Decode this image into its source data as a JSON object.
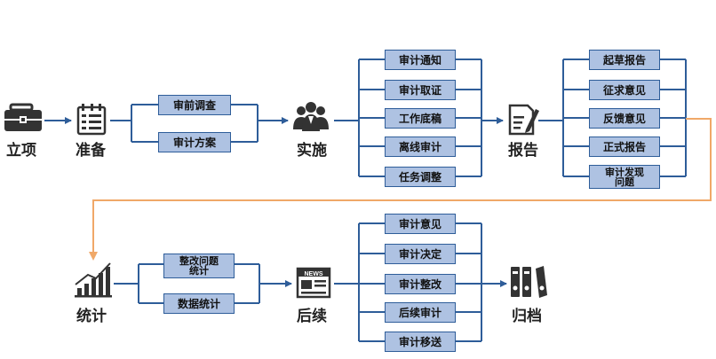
{
  "stages": {
    "lixiang": "立项",
    "zhunbei": "准备",
    "shishi": "实施",
    "baogao": "报告",
    "tongji": "统计",
    "houxu": "后续",
    "guidang": "归档"
  },
  "zhunbei_steps": [
    "审前调查",
    "审计方案"
  ],
  "shishi_steps": [
    "审计通知",
    "审计取证",
    "工作底稿",
    "离线审计",
    "任务调整"
  ],
  "baogao_steps": [
    "起草报告",
    "征求意见",
    "反馈意见",
    "正式报告",
    "审计发现\n问题"
  ],
  "tongji_steps": [
    "整改问题\n统计",
    "数据统计"
  ],
  "houxu_steps": [
    "审计意见",
    "审计决定",
    "审计整改",
    "后续审计",
    "审计移送"
  ],
  "colors": {
    "box_fill": "#aec2e2",
    "box_border": "#2e5d99",
    "connector": "#2e5d99",
    "wrap_connector": "#f0a868",
    "icon": "#333333"
  },
  "icons": [
    "briefcase-icon",
    "checklist-icon",
    "team-icon",
    "report-icon",
    "bar-chart-icon",
    "newspaper-icon",
    "binders-icon"
  ]
}
